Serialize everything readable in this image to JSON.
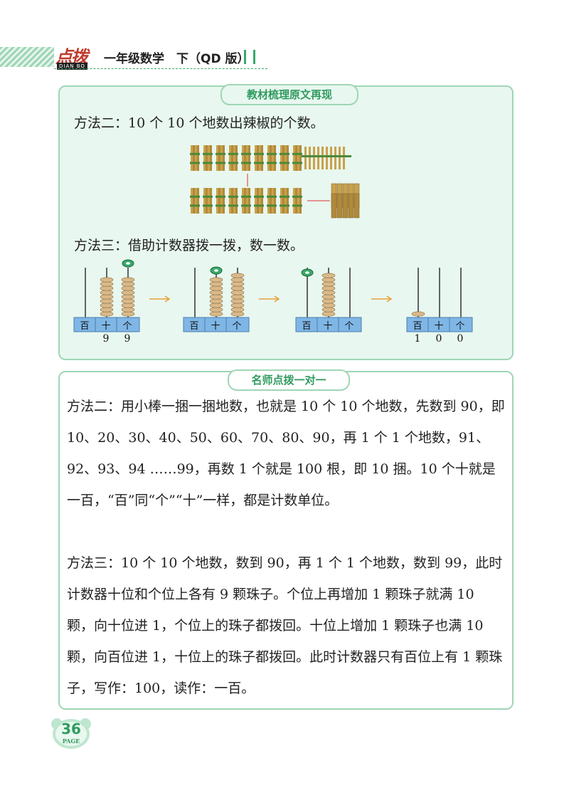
{
  "header": {
    "logo_text": "点拨",
    "logo_sub": "DIAN BO",
    "title": "一年级数学　下（QD 版）"
  },
  "section1": {
    "tab": "教材梳理原文再现",
    "method2_line": "方法二：10 个 10 个地数出辣椒的个数。",
    "method3_line": "方法三：借助计数器拨一拨，数一数。",
    "abacus_labels": [
      "百",
      "十",
      "个"
    ],
    "abacus1_digits": [
      "",
      "9",
      "9"
    ],
    "abacus4_digits": [
      "1",
      "0",
      "0"
    ]
  },
  "section2": {
    "tab": "名师点拨一对一",
    "para1": "方法二：用小棒一捆一捆地数，也就是 10 个 10 个地数，先数到 90，即 10、20、30、40、50、60、70、80、90，再 1 个 1 个地数，91、92、93、94 ……99，再数 1 个就是 100 根，即 10 捆。10 个十就是一百，“百”同“个”“十”一样，都是计数单位。",
    "para2": "方法三：10 个 10 个地数，数到 90，再 1 个 1 个地数，数到 99，此时计数器十位和个位上各有 9 颗珠子。个位上再增加 1 颗珠子就满 10 颗，向十位进 1，个位上的珠子都拨回。十位上增加 1 颗珠子也满 10 颗，向百位进 1，十位上的珠子都拨回。此时计数器只有百位上有 1 颗珠子，写作：100，读作：一百。"
  },
  "page": {
    "number": "36",
    "label": "PAGE"
  },
  "colors": {
    "accent": "#3aa86b",
    "box_fill": "#e8f7ef",
    "box_border": "#9fd6b6",
    "abacus_base": "#7fb6e6",
    "bead": "#d9b98a",
    "green_bead": "#3aa86b",
    "arrow": "#e8a13a"
  }
}
